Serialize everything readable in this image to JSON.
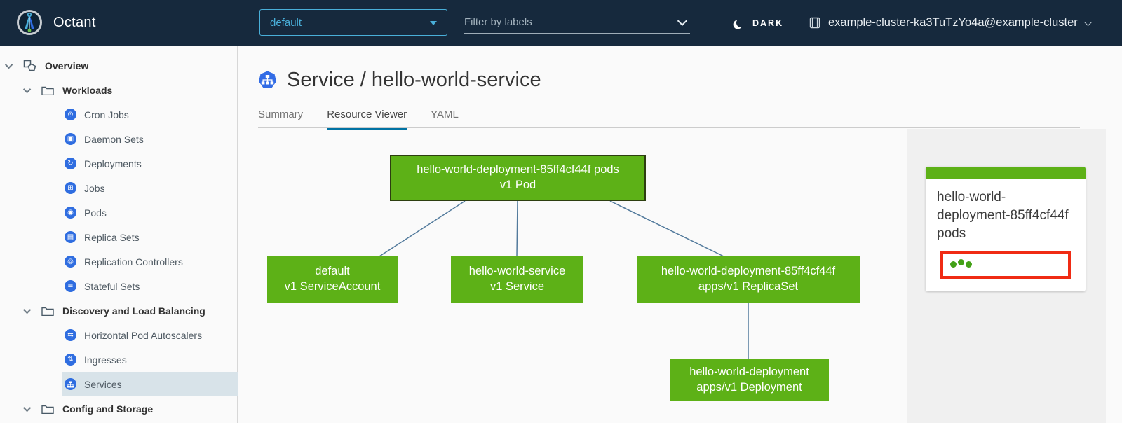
{
  "colors": {
    "header_bg": "#16293d",
    "accent_blue": "#49afd9",
    "k8s_icon_blue": "#2f6de0",
    "title_icon_blue": "#326ce5",
    "node_green": "#5db117",
    "highlight_red": "#f02b14",
    "active_tab_blue": "#0072a3",
    "selected_row_bg": "#d8e3e9"
  },
  "header": {
    "app_title": "Octant",
    "namespace": {
      "selected": "default"
    },
    "filter": {
      "placeholder": "Filter by labels"
    },
    "theme_toggle": {
      "label": "DARK",
      "icon": "moon-icon"
    },
    "context": {
      "label": "example-cluster-ka3TuTzYo4a@example-cluster",
      "icon": "cluster-icon"
    }
  },
  "sidebar": {
    "items": [
      {
        "label": "Overview",
        "level": 0,
        "type": "root",
        "expanded": true
      },
      {
        "label": "Workloads",
        "level": 1,
        "type": "group",
        "expanded": true
      },
      {
        "label": "Cron Jobs",
        "level": 2,
        "type": "resource",
        "glyph": "⊙"
      },
      {
        "label": "Daemon Sets",
        "level": 2,
        "type": "resource",
        "glyph": "▣"
      },
      {
        "label": "Deployments",
        "level": 2,
        "type": "resource",
        "glyph": "↻"
      },
      {
        "label": "Jobs",
        "level": 2,
        "type": "resource",
        "glyph": "⊞"
      },
      {
        "label": "Pods",
        "level": 2,
        "type": "resource",
        "glyph": "◉"
      },
      {
        "label": "Replica Sets",
        "level": 2,
        "type": "resource",
        "glyph": "▤"
      },
      {
        "label": "Replication Controllers",
        "level": 2,
        "type": "resource",
        "glyph": "◎"
      },
      {
        "label": "Stateful Sets",
        "level": 2,
        "type": "resource",
        "glyph": "≡"
      },
      {
        "label": "Discovery and Load Balancing",
        "level": 1,
        "type": "group",
        "expanded": true
      },
      {
        "label": "Horizontal Pod Autoscalers",
        "level": 2,
        "type": "resource",
        "glyph": "⇆"
      },
      {
        "label": "Ingresses",
        "level": 2,
        "type": "resource",
        "glyph": "⇅"
      },
      {
        "label": "Services",
        "level": 2,
        "type": "resource",
        "selected": true
      },
      {
        "label": "Config and Storage",
        "level": 1,
        "type": "group",
        "expanded": true
      }
    ]
  },
  "main": {
    "title": "Service / hello-world-service",
    "tabs": [
      {
        "label": "Summary",
        "active": false
      },
      {
        "label": "Resource Viewer",
        "active": true
      },
      {
        "label": "YAML",
        "active": false
      }
    ]
  },
  "graph": {
    "nodes": [
      {
        "id": "pod",
        "name": "hello-world-deployment-85ff4cf44f pods",
        "kind": "v1 Pod",
        "selected": true
      },
      {
        "id": "serviceaccount",
        "name": "default",
        "kind": "v1 ServiceAccount",
        "selected": false
      },
      {
        "id": "service",
        "name": "hello-world-service",
        "kind": "v1 Service",
        "selected": false
      },
      {
        "id": "replicaset",
        "name": "hello-world-deployment-85ff4cf44f",
        "kind": "apps/v1 ReplicaSet",
        "selected": false
      },
      {
        "id": "deployment",
        "name": "hello-world-deployment",
        "kind": "apps/v1 Deployment",
        "selected": false
      }
    ],
    "edges": [
      {
        "from": "pod",
        "to": "serviceaccount"
      },
      {
        "from": "pod",
        "to": "service"
      },
      {
        "from": "pod",
        "to": "replicaset"
      },
      {
        "from": "replicaset",
        "to": "deployment"
      }
    ]
  },
  "detail_panel": {
    "card": {
      "title": "hello-world-deployment-85ff4cf44f pods",
      "pod_count": 3,
      "highlighted": true
    }
  }
}
